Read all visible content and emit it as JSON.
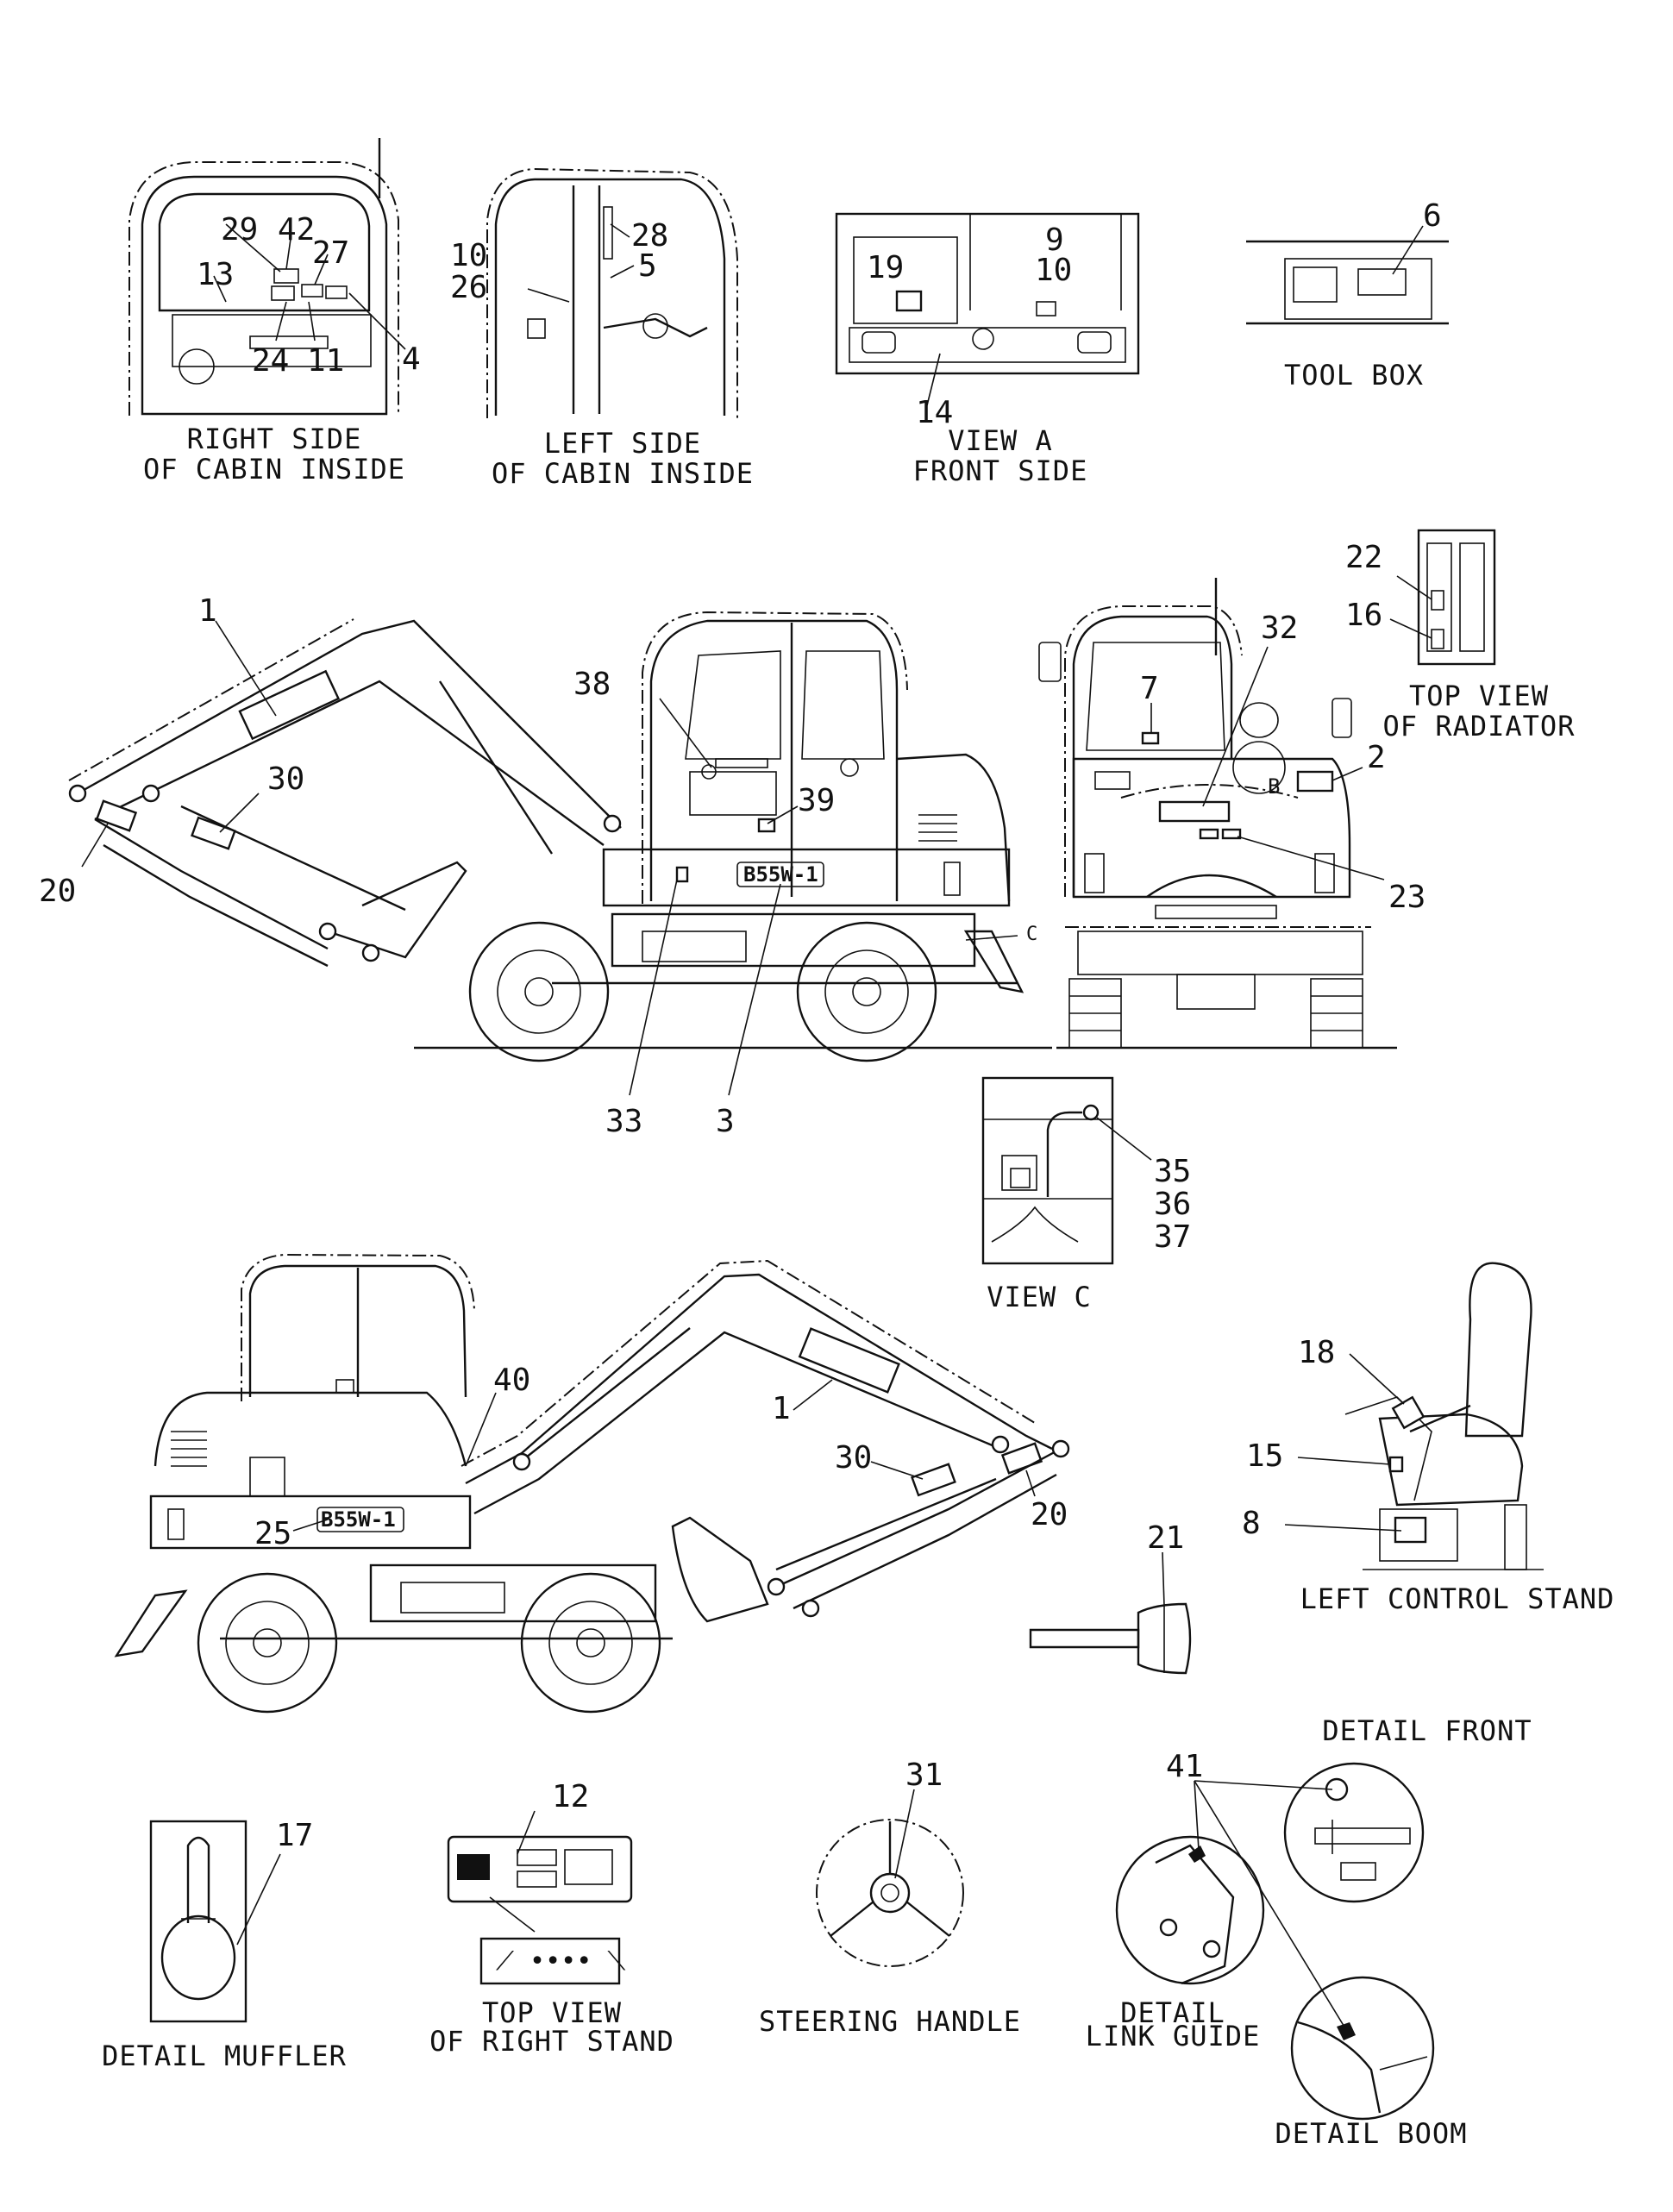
{
  "diagram": {
    "captions": {
      "right_cabin": [
        "RIGHT SIDE",
        "OF CABIN INSIDE"
      ],
      "left_cabin": [
        "LEFT SIDE",
        "OF CABIN INSIDE"
      ],
      "view_a": [
        "VIEW A",
        "FRONT SIDE"
      ],
      "tool_box": "TOOL BOX",
      "top_radiator": [
        "TOP VIEW",
        "OF RADIATOR"
      ],
      "view_c": "VIEW C",
      "left_control_stand": "LEFT CONTROL STAND",
      "detail_muffler": "DETAIL MUFFLER",
      "top_right_stand": [
        "TOP VIEW",
        "OF RIGHT STAND"
      ],
      "steering_handle": "STEERING HANDLE",
      "detail_link_guide": [
        "DETAIL",
        "LINK GUIDE"
      ],
      "detail_front": "DETAIL FRONT",
      "detail_boom": "DETAIL BOOM",
      "marker_c": "C",
      "marker_b": "B",
      "model_badge": "B55W-1"
    },
    "callouts": {
      "c29": "29",
      "c42": "42",
      "c27": "27",
      "c13": "13",
      "c24": "24",
      "c11": "11",
      "c4": "4",
      "c10a": "10",
      "c26": "26",
      "c28": "28",
      "c5": "5",
      "c9": "9",
      "c10b": "10",
      "c19": "19",
      "c14": "14",
      "c6": "6",
      "c22": "22",
      "c16": "16",
      "c1a": "1",
      "c30a": "30",
      "c20a": "20",
      "c38": "38",
      "c39": "39",
      "c33": "33",
      "c3": "3",
      "c7": "7",
      "c32": "32",
      "c2": "2",
      "c23": "23",
      "c35": "35",
      "c36": "36",
      "c37": "37",
      "c40": "40",
      "c1b": "1",
      "c30b": "30",
      "c20b": "20",
      "c25": "25",
      "c18": "18",
      "c15": "15",
      "c8": "8",
      "c21": "21",
      "c12": "12",
      "c17": "17",
      "c31": "31",
      "c41": "41"
    }
  }
}
